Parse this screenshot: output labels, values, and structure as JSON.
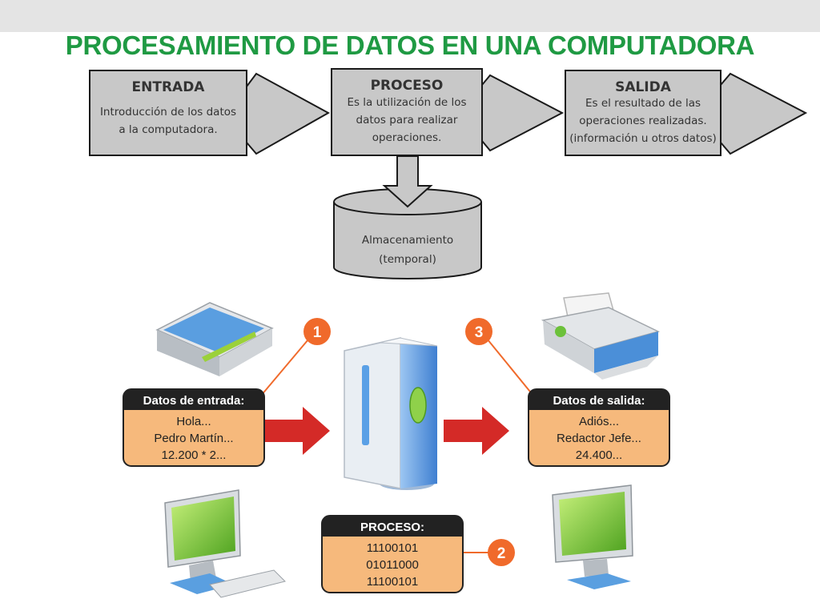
{
  "title": "PROCESAMIENTO DE DATOS EN UNA COMPUTADORA",
  "flow": {
    "entrada": {
      "heading": "ENTRADA",
      "lines": [
        "Introducción de los datos",
        "a la computadora."
      ]
    },
    "proceso": {
      "heading": "PROCESO",
      "lines": [
        "Es la utilización de los",
        "datos para realizar",
        "operaciones."
      ]
    },
    "salida": {
      "heading": "SALIDA",
      "lines": [
        "Es el resultado de las",
        "operaciones realizadas.",
        "(información u otros datos)"
      ]
    },
    "almacenamiento": {
      "lines": [
        "Almacenamiento",
        "(temporal)"
      ]
    }
  },
  "illustration": {
    "input_label": {
      "heading": "Datos de entrada:",
      "lines": [
        "Hola...",
        "Pedro Martín...",
        "12.200 * 2..."
      ]
    },
    "output_label": {
      "heading": "Datos de salida:",
      "lines": [
        "Adiós...",
        "Redactor Jefe...",
        "24.400..."
      ]
    },
    "process_label": {
      "heading": "PROCESO:",
      "lines": [
        "11100101",
        "01011000",
        "11100101"
      ]
    },
    "badges": [
      "1",
      "2",
      "3"
    ]
  },
  "colors": {
    "title": "#1f9a43",
    "flow_fill": "#c8c8c8",
    "label_head": "#222222",
    "label_body": "#f6b97c",
    "arrow_red": "#d42a27",
    "badge": "#f06a2b"
  }
}
